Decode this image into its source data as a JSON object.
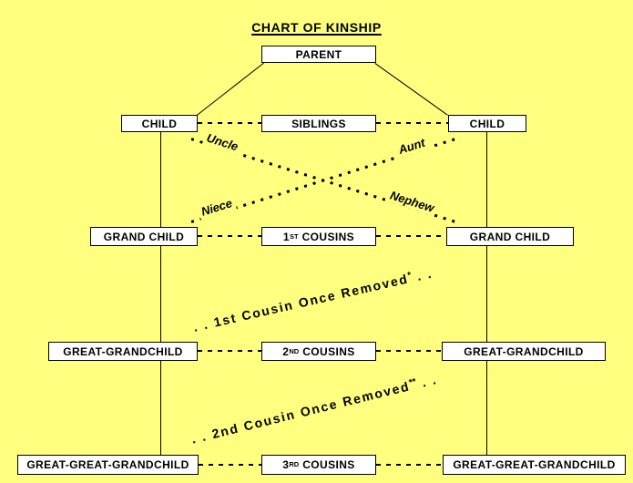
{
  "title": "CHART OF KINSHIP",
  "colors": {
    "background": "#ffff80",
    "box_bg": "#ffffff",
    "line": "#000000"
  },
  "boxes": {
    "parent": "PARENT",
    "child_left": "CHILD",
    "siblings": "SIBLINGS",
    "child_right": "CHILD",
    "grandchild_left": "GRAND CHILD",
    "cousins_1": {
      "num": "1",
      "ord": "ST",
      "rest": "COUSINS"
    },
    "grandchild_right": "GRAND CHILD",
    "great_grandchild_left": "GREAT-GRANDCHILD",
    "cousins_2": {
      "num": "2",
      "ord": "ND",
      "rest": "COUSINS"
    },
    "great_grandchild_right": "GREAT-GRANDCHILD",
    "great_great_grandchild_left": "GREAT-GREAT-GRANDCHILD",
    "cousins_3": {
      "num": "3",
      "ord": "RD",
      "rest": "COUSINS"
    },
    "great_great_grandchild_right": "GREAT-GREAT-GRANDCHILD"
  },
  "relations": {
    "uncle": "Uncle",
    "aunt": "Aunt",
    "niece": "Niece",
    "nephew": "Nephew",
    "first_removed": {
      "lead": ". .",
      "text": "1st Cousin Once Removed",
      "sup": "*",
      "trail": ". ."
    },
    "second_removed": {
      "lead": ". .",
      "text": "2nd Cousin Once Removed",
      "sup": "**",
      "trail": ". ."
    }
  }
}
